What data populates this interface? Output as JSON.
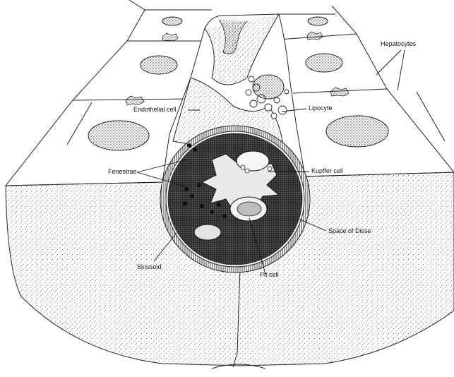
{
  "labels": {
    "hepatocytes": "Hepatocytes",
    "endothelial_cell": "Endothelial cell",
    "lipocyte": "Lipocyte",
    "fenestrae": "Fenestrae",
    "kupffer_cell": "Kupffer cell",
    "space_of_disse": "Space of Disse",
    "sinusoid": "Sinusoid",
    "pit_cell": "Pit cell"
  }
}
